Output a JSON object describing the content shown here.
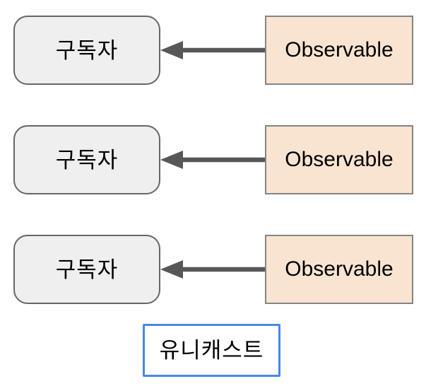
{
  "diagram": {
    "caption": "유니캐스트",
    "rows": [
      {
        "subscriber_label": "구독자",
        "observable_label": "Observable"
      },
      {
        "subscriber_label": "구독자",
        "observable_label": "Observable"
      },
      {
        "subscriber_label": "구독자",
        "observable_label": "Observable"
      }
    ],
    "colors": {
      "background": "#ffffff",
      "subscriber_fill": "#efefef",
      "subscriber_border": "#666666",
      "observable_fill": "#f9e4d1",
      "observable_border": "#848484",
      "arrow": "#575757",
      "caption_border": "#4a86e8",
      "text": "#000000"
    }
  }
}
